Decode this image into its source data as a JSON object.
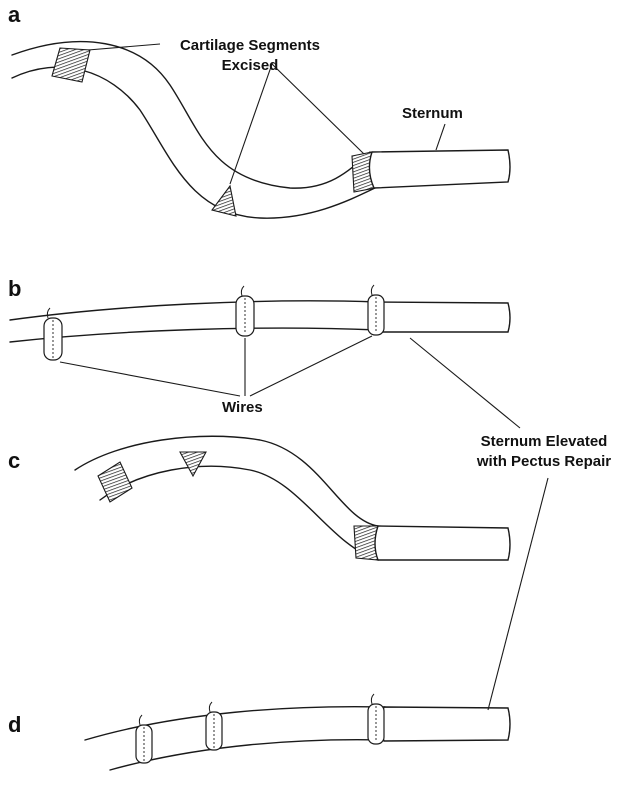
{
  "panels": {
    "a": "a",
    "b": "b",
    "c": "c",
    "d": "d"
  },
  "labels": {
    "cartilage_segments_line1": "Cartilage Segments",
    "cartilage_segments_line2": "Excised",
    "sternum": "Sternum",
    "wires": "Wires",
    "sternum_elevated_line1": "Sternum Elevated",
    "sternum_elevated_line2": "with Pectus Repair"
  },
  "colors": {
    "ink": "#1a1a1a",
    "background": "#ffffff"
  }
}
